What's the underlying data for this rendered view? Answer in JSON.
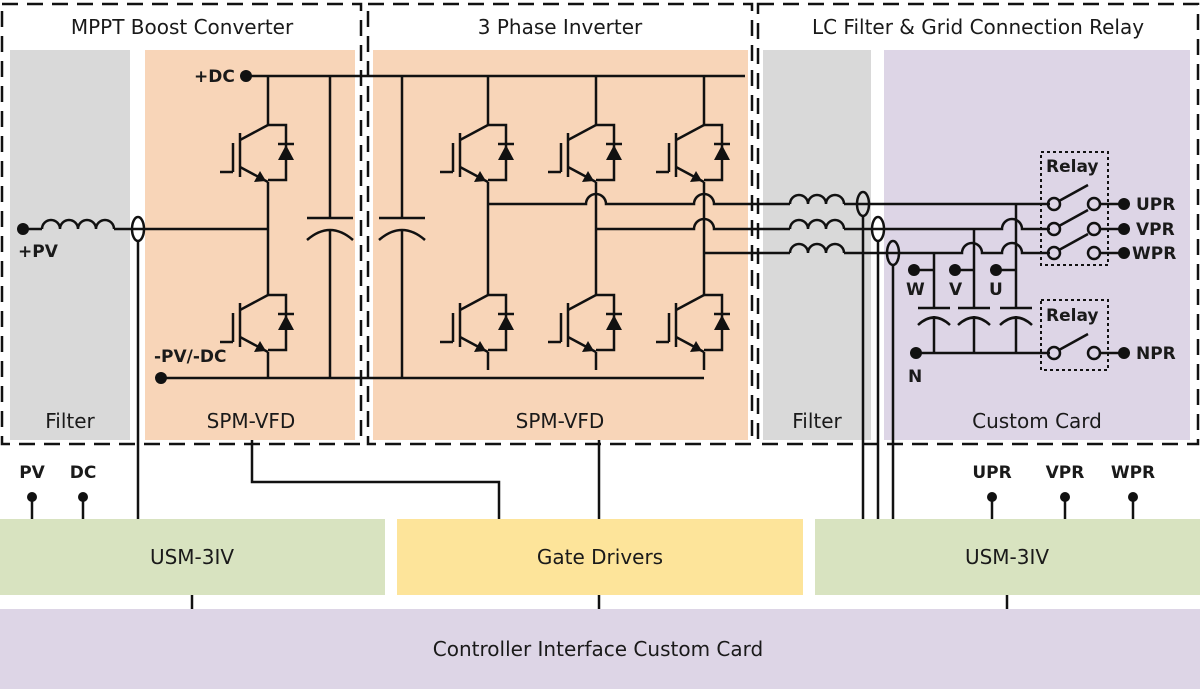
{
  "colors": {
    "filter": "#d9d9d9",
    "spm": "#f8d5b8",
    "custom_card": "#ddd5e6",
    "usm": "#d8e3c0",
    "gate_drivers": "#fde49a",
    "controller": "#ddd5e6",
    "line": "#111111"
  },
  "sections": [
    {
      "title": "MPPT Boost Converter"
    },
    {
      "title": "3 Phase Inverter"
    },
    {
      "title": "LC Filter & Grid Connection Relay"
    }
  ],
  "blocks": {
    "filter_left": "Filter",
    "spm_left": "SPM-VFD",
    "spm_mid": "SPM-VFD",
    "filter_right": "Filter",
    "custom_card": "Custom Card",
    "usm_left": "USM-3IV",
    "gate_drivers": "Gate Drivers",
    "usm_right": "USM-3IV",
    "controller": "Controller Interface Custom Card"
  },
  "terminals": {
    "pos_dc": "+DC",
    "pos_pv": "+PV",
    "neg_pv_dc": "-PV/-DC",
    "w": "W",
    "v": "V",
    "u": "U",
    "n": "N",
    "upr": "UPR",
    "vpr": "VPR",
    "wpr": "WPR",
    "npr": "NPR"
  },
  "relays": [
    {
      "label": "Relay"
    },
    {
      "label": "Relay"
    }
  ],
  "sensor_pins": {
    "left": [
      "PV",
      "DC"
    ],
    "right": [
      "UPR",
      "VPR",
      "WPR"
    ]
  }
}
